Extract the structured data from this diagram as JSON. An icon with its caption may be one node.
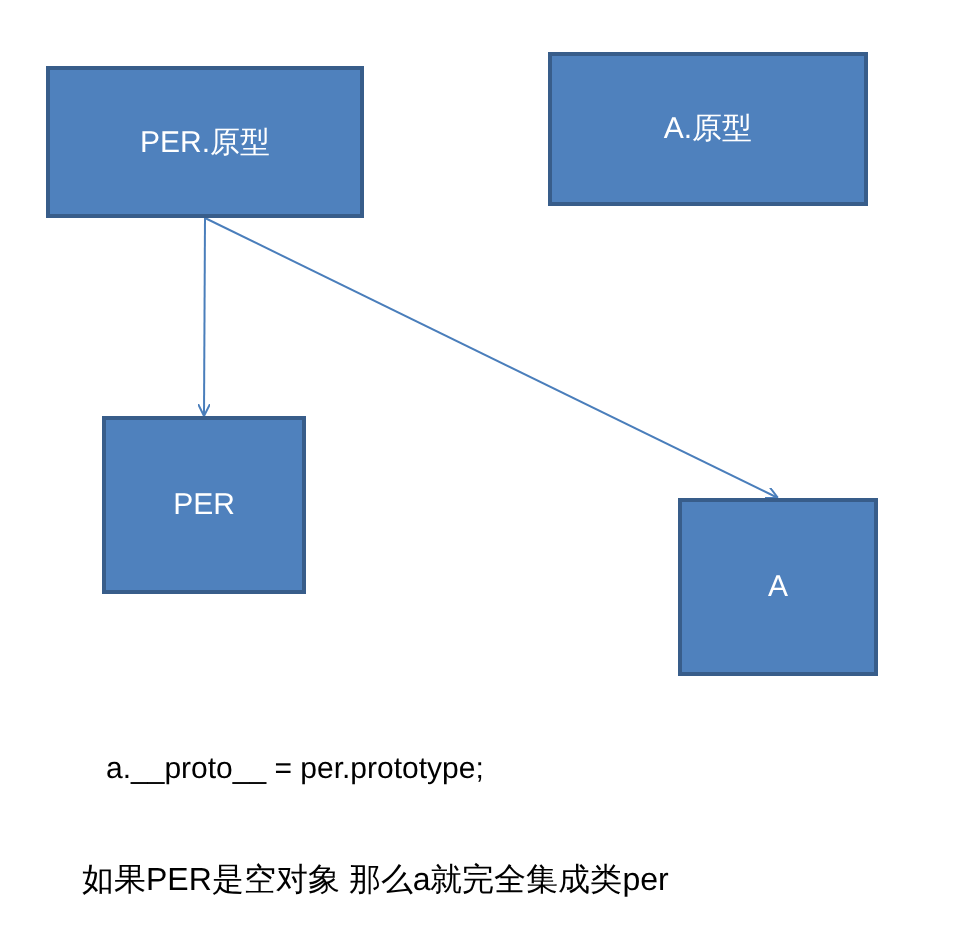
{
  "diagram": {
    "nodes": [
      {
        "text": [
          "PER.原型"
        ]
      },
      {
        "text": [
          "A.原型"
        ]
      },
      {
        "text": [
          "PER"
        ]
      },
      {
        "text": [
          "A"
        ]
      }
    ],
    "edges": [
      {
        "from": 0,
        "to": 2,
        "arrow": "to"
      },
      {
        "from": 0,
        "to": 3,
        "arrow": "to"
      }
    ],
    "labels": [
      "a.__proto__ = per.prototype;",
      "如果PER是空对象 那么a就完全集成类per"
    ]
  }
}
